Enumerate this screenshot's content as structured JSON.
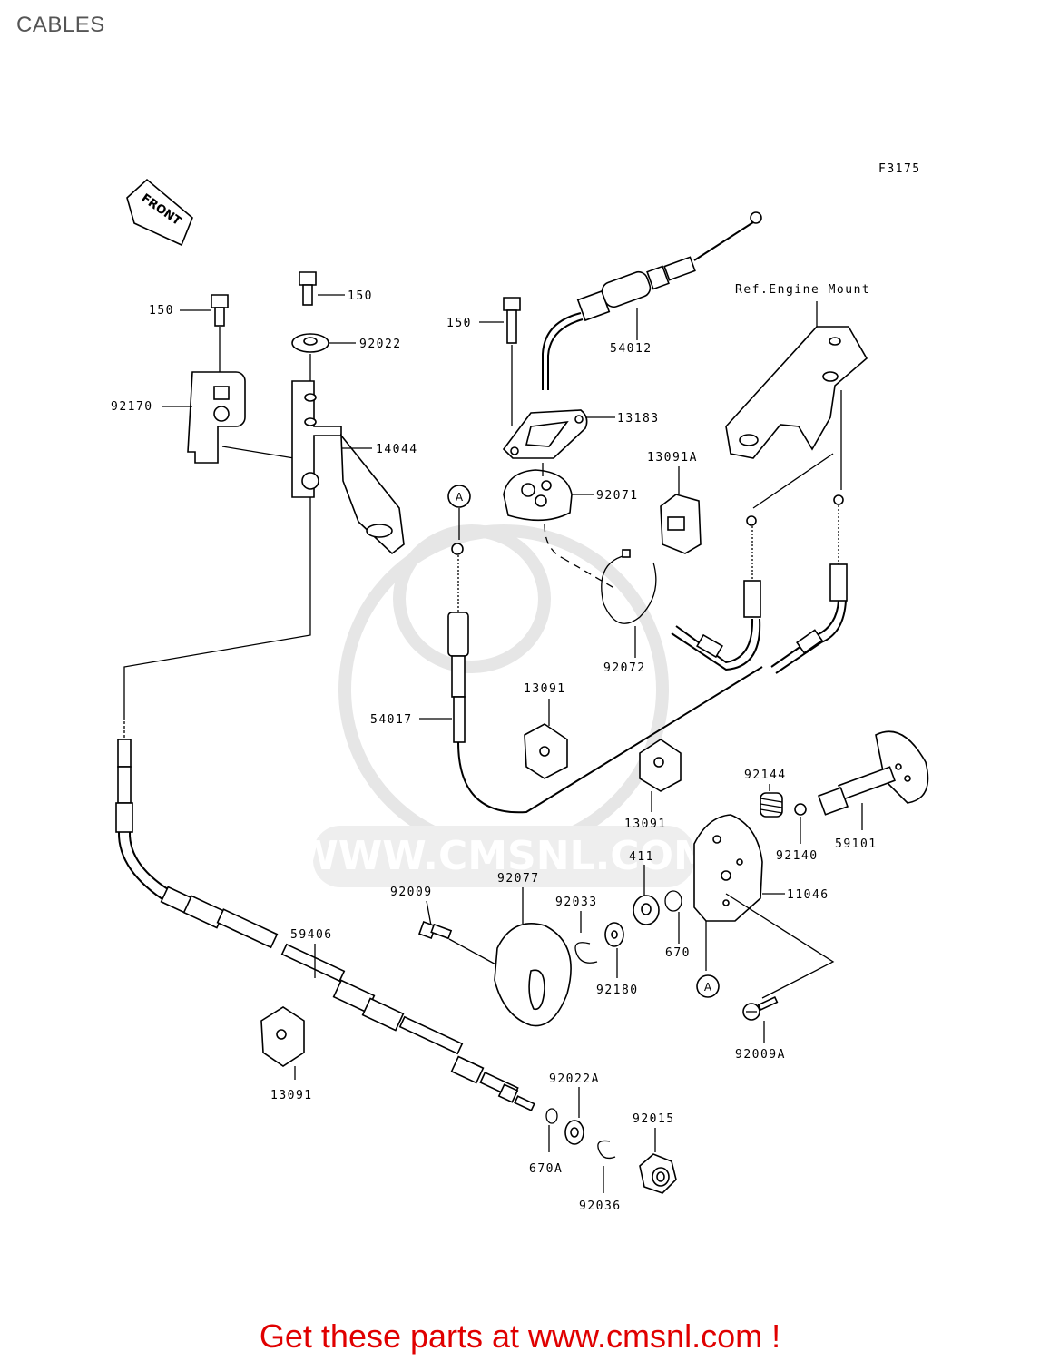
{
  "page_title": "CABLES",
  "figure_code": "F3175",
  "front_arrow_label": "FRONT",
  "watermark_text": "WWW.CMSNL.COM",
  "ref_note": "Ref.Engine Mount",
  "callout_marker": "A",
  "parts": {
    "p150a": "150",
    "p150b": "150",
    "p150c": "150",
    "p92022": "92022",
    "p92170": "92170",
    "p14044": "14044",
    "p54012": "54012",
    "p13183": "13183",
    "p13091A": "13091A",
    "p92071": "92071",
    "p92072": "92072",
    "p54017": "54017",
    "p13091a": "13091",
    "p13091b": "13091",
    "p13091c": "13091",
    "p92144": "92144",
    "p92140": "92140",
    "p59101": "59101",
    "p411": "411",
    "p11046": "11046",
    "p92009": "92009",
    "p92077": "92077",
    "p92033": "92033",
    "p670": "670",
    "p92180": "92180",
    "p92009A": "92009A",
    "p59406": "59406",
    "p92022A": "92022A",
    "p92015": "92015",
    "p670A": "670A",
    "p92036": "92036"
  },
  "footer_text": "Get these parts at www.cmsnl.com !"
}
